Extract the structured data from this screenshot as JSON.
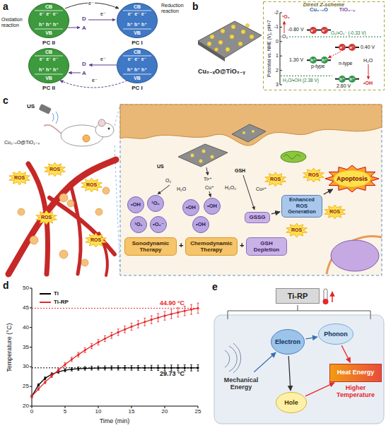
{
  "diagram": {
    "nodes": [
      {
        "text": [
          "CB",
          "e⁻ e⁻ e⁻",
          "h⁺ h⁺ h⁺",
          "VB",
          "PC II"
        ]
      },
      {
        "text": [
          "CB",
          "e⁻ e⁻ e⁻",
          "h⁺ h⁺ h⁺",
          "VB",
          "PC I"
        ]
      },
      {
        "text": [
          "CB",
          "e⁻ e⁻ e⁻",
          "h⁺ h⁺ h⁺",
          "VB",
          "PC II"
        ]
      },
      {
        "text": [
          "CB",
          "e⁻ e⁻ e⁻",
          "h⁺ h⁺ h⁺",
          "VB",
          "PC I"
        ]
      },
      {
        "text": [
          "Direct Z-scheme"
        ]
      },
      {
        "text": [
          "•OH"
        ]
      },
      {
        "text": [
          "¹O₂"
        ]
      },
      {
        "text": [
          "¹O₂"
        ]
      },
      {
        "text": [
          "•O₂⁻"
        ]
      },
      {
        "text": [
          "•OH"
        ]
      },
      {
        "text": [
          "•OH"
        ]
      },
      {
        "text": [
          "•OH"
        ]
      },
      {
        "text": [
          "GSSG"
        ]
      },
      {
        "text": [
          "Enhanced ROS Generation"
        ]
      },
      {
        "text": [
          "Apoptosis"
        ]
      },
      {
        "text": [
          "Sonodynamic Therapy"
        ]
      },
      {
        "text": [
          "Chemodynamic Therapy"
        ]
      },
      {
        "text": [
          "GSH Depletion"
        ]
      },
      {
        "text": [
          "Ti-RP"
        ]
      },
      {
        "text": [
          "Mechanical Energy"
        ]
      },
      {
        "text": [
          "Electron"
        ]
      },
      {
        "text": [
          "Phonon"
        ]
      },
      {
        "text": [
          "Hole"
        ]
      },
      {
        "text": [
          "Heat Energy",
          "Higher Temperature"
        ]
      }
    ],
    "edges": [
      {
        "from": 12,
        "to": 13,
        "arrow": "to"
      },
      {
        "from": 13,
        "to": 14,
        "arrow": "to"
      },
      {
        "from": 19,
        "to": 20,
        "arrow": "to"
      },
      {
        "from": 20,
        "to": 21,
        "arrow": "to"
      },
      {
        "from": 20,
        "to": 22,
        "arrow": "to"
      },
      {
        "from": 21,
        "to": 23,
        "arrow": "to"
      },
      {
        "from": 22,
        "to": 23,
        "arrow": "to"
      }
    ],
    "labels": [
      "a",
      "Oxidation reaction",
      "e⁻",
      "D",
      "A",
      "e⁻",
      "Reduction reaction",
      "D",
      "A",
      "e⁻",
      "e⁻",
      "b",
      "Cu₂₋ₓO@TiO₂₋ᵧ",
      "Potential vs. NHE (V), pH=7",
      "-2",
      "-1",
      "0",
      "1",
      "2",
      "3",
      "Cu₂₋ₓO",
      "TiO₂₋ᵧ",
      "¹O₂",
      "O₂",
      "-0.80 V",
      "1.30 V",
      "0.40 V",
      "2.60 V",
      "O₂/•O₂⁻ (-0.33 V)",
      "H₂O/•OH (2.38 V)",
      "H₂O",
      "•OH",
      "p-type",
      "n-type",
      "e⁻",
      "e⁻",
      "e⁻",
      "e⁻",
      "h⁺",
      "h⁺",
      "h⁺",
      "h⁺",
      "c",
      "US",
      "Cu₂₋ₓO@TiO₂₋ᵧ",
      "ROS",
      "ROS",
      "ROS",
      "ROS",
      "ROS",
      "US",
      "O₂",
      "H₂O",
      "Ti³⁺",
      "Cu⁺",
      "H₂O₂",
      "GSH",
      "Cu²⁺",
      "+",
      "+",
      "ROS",
      "ROS",
      "ROS",
      "ROS",
      "d",
      "Temperature (°C)",
      "Time (min)",
      "20",
      "25",
      "30",
      "35",
      "40",
      "45",
      "50",
      "0",
      "5",
      "10",
      "15",
      "20",
      "25",
      "44.90 °C",
      "29.73 °C",
      "e"
    ],
    "legend": [
      {
        "text": "Ti",
        "color": "#000000"
      },
      {
        "text": "Ti-RP",
        "color": "#e8262a"
      }
    ]
  }
}
